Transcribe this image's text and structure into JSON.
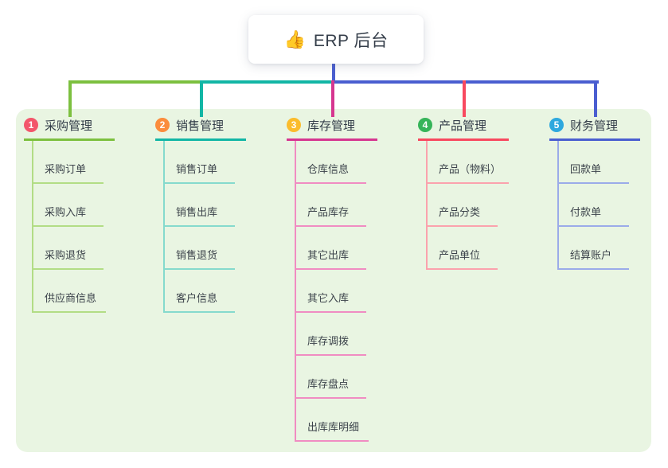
{
  "root": {
    "icon": "👍",
    "label": "ERP 后台"
  },
  "branches": [
    {
      "badge": "1",
      "label": "采购管理",
      "color": "#7cc03f",
      "light_color": "#b2dd85",
      "badge_color": "#f3566b",
      "children": [
        "采购订单",
        "采购入库",
        "采购退货",
        "供应商信息"
      ]
    },
    {
      "badge": "2",
      "label": "销售管理",
      "color": "#12b6a5",
      "light_color": "#85dacd",
      "badge_color": "#fb8c3c",
      "children": [
        "销售订单",
        "销售出库",
        "销售退货",
        "客户信息"
      ]
    },
    {
      "badge": "3",
      "label": "库存管理",
      "color": "#d63690",
      "light_color": "#f08cc2",
      "badge_color": "#fbbc2c",
      "children": [
        "仓库信息",
        "产品库存",
        "其它出库",
        "其它入库",
        "库存调拨",
        "库存盘点",
        "出库库明细"
      ]
    },
    {
      "badge": "4",
      "label": "产品管理",
      "color": "#f8495f",
      "light_color": "#fba2ad",
      "badge_color": "#36b459",
      "children": [
        "产品（物料）",
        "产品分类",
        "产品单位"
      ]
    },
    {
      "badge": "5",
      "label": "财务管理",
      "color": "#4a5ed0",
      "light_color": "#9babe9",
      "badge_color": "#2ea8de",
      "children": [
        "回款单",
        "付款单",
        "结算账户"
      ]
    }
  ],
  "colors": {
    "panel_bg": "#e9f5e2",
    "root_line": "#4a5ed0"
  }
}
